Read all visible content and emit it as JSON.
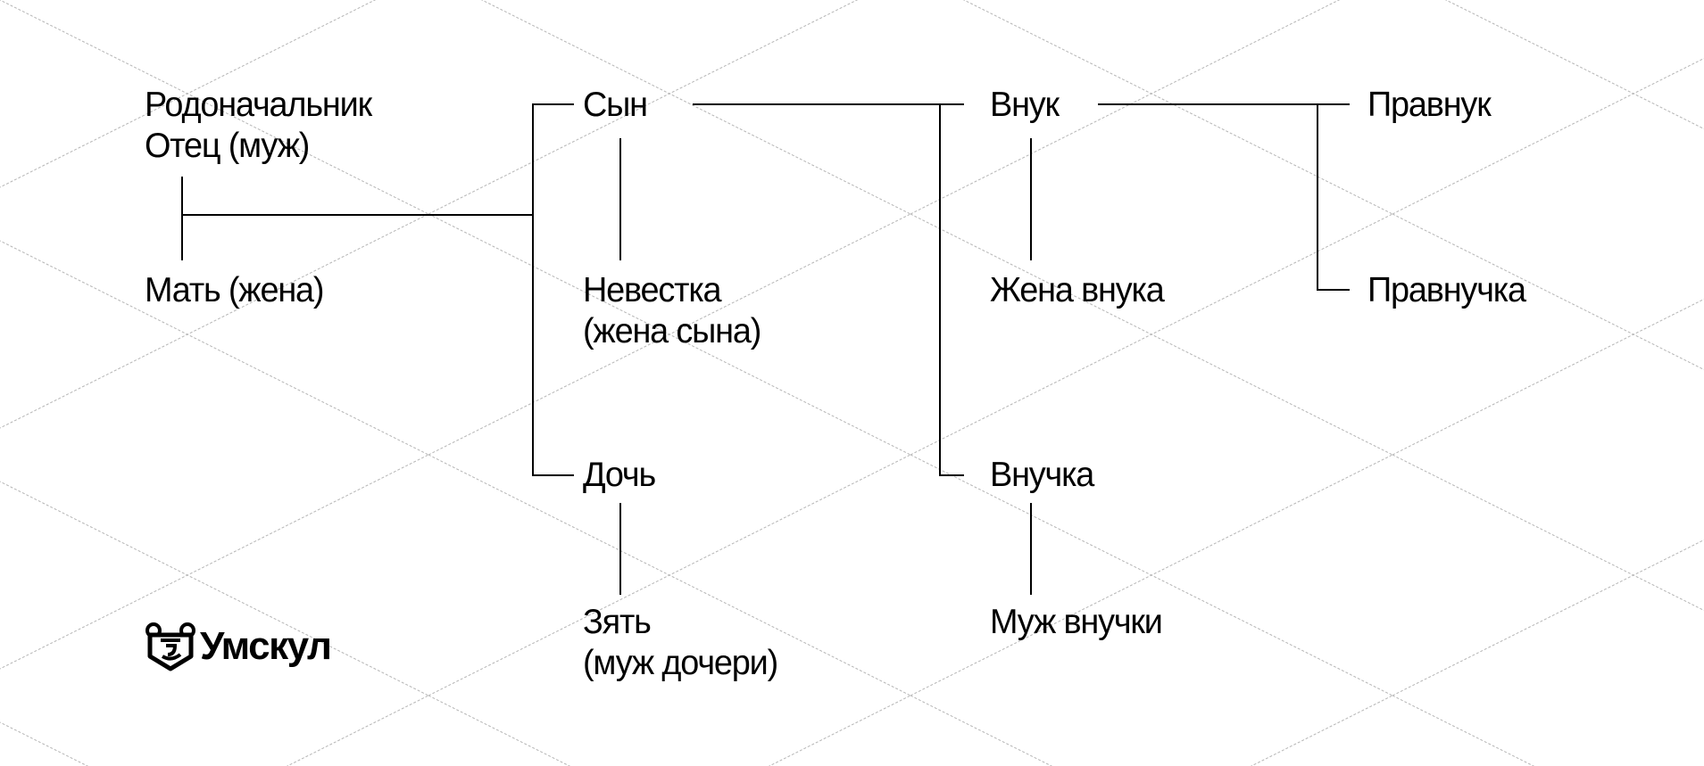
{
  "nodes": {
    "founder_line1": "Родоначальник",
    "founder_line2": "Отец (муж)",
    "mother": "Мать (жена)",
    "son": "Сын",
    "son_wife_line1": "Невестка",
    "son_wife_line2": "(жена сына)",
    "daughter": "Дочь",
    "daughter_husband_line1": "Зять",
    "daughter_husband_line2": "(муж дочери)",
    "grandson": "Внук",
    "grandson_wife": "Жена внука",
    "granddaughter": "Внучка",
    "granddaughter_husband": "Муж внучки",
    "great_grandson": "Правнук",
    "great_granddaughter": "Правнучка"
  },
  "logo": {
    "text": "Умскул",
    "icon": "bear-icon"
  }
}
